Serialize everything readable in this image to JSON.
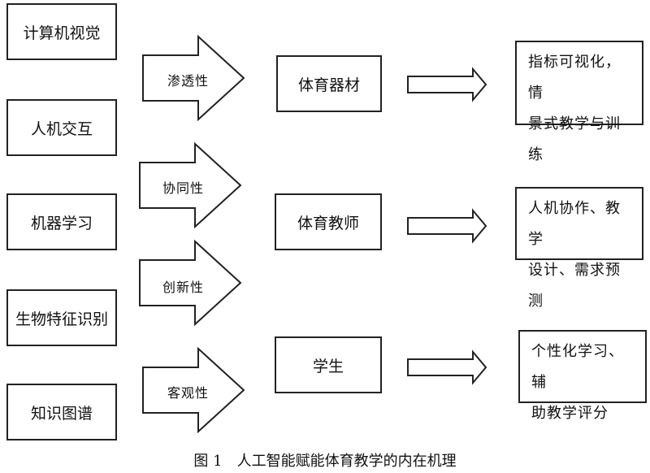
{
  "inputs": [
    "计算机视觉",
    "人机交互",
    "机器学习",
    "生物特征识别",
    "知识图谱"
  ],
  "relations": [
    "渗透性",
    "协同性",
    "创新性",
    "客观性"
  ],
  "targets": [
    "体育器材",
    "体育教师",
    "学生"
  ],
  "outcomes": [
    [
      "指标可视化，情",
      "景式教学与训练"
    ],
    [
      "人机协作、教学",
      "设计、需求预测"
    ],
    [
      "个性化学习、辅",
      "助教学评分"
    ]
  ],
  "caption": "图 1　人工智能赋能体育教学的内在机理",
  "colors": {
    "line": "#222222",
    "background": "#ffffff"
  }
}
